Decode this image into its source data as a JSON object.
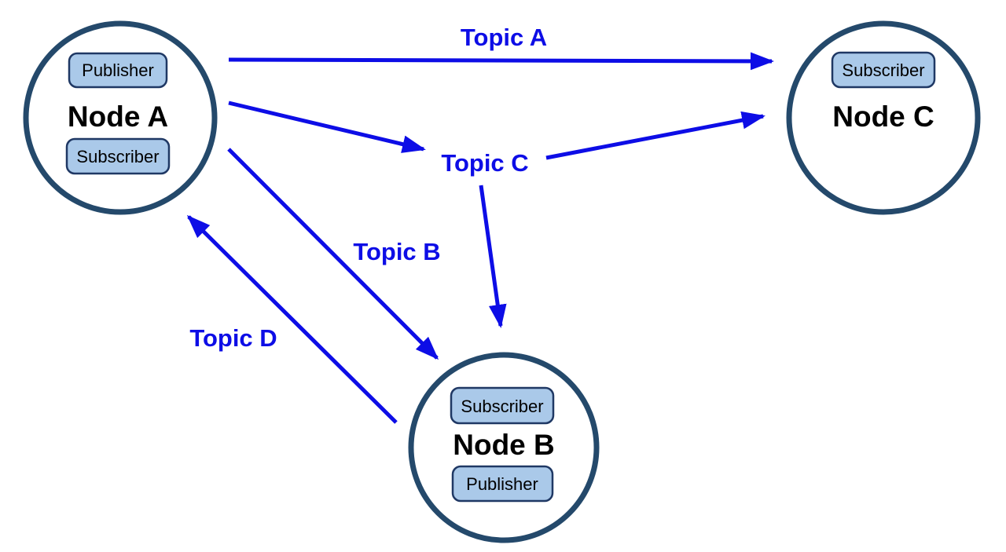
{
  "diagram": {
    "type": "pubsub-topic-graph",
    "colors": {
      "background": "#ffffff",
      "arrow": "#0d0de6",
      "topic_label_text": "#0d0de6",
      "node_circle_stroke": "#24496b",
      "node_label_text": "#000000",
      "badge_fill": "#aac9e9",
      "badge_stroke": "#1f3864",
      "badge_text": "#000000"
    },
    "nodes": [
      {
        "id": "node-a",
        "label": "Node A",
        "badges": [
          "Publisher",
          "Subscriber"
        ]
      },
      {
        "id": "node-b",
        "label": "Node B",
        "badges": [
          "Subscriber",
          "Publisher"
        ]
      },
      {
        "id": "node-c",
        "label": "Node C",
        "badges": [
          "Subscriber"
        ]
      }
    ],
    "topics": [
      {
        "id": "topic-a",
        "label": "Topic A",
        "publisher": "Node A",
        "subscribers": [
          "Node C"
        ]
      },
      {
        "id": "topic-b",
        "label": "Topic B",
        "publisher": "Node A",
        "subscribers": [
          "Node B"
        ]
      },
      {
        "id": "topic-c",
        "label": "Topic C",
        "publisher": "Node A",
        "subscribers": [
          "Node C",
          "Node B"
        ]
      },
      {
        "id": "topic-d",
        "label": "Topic D",
        "publisher": "Node B",
        "subscribers": [
          "Node A"
        ]
      }
    ]
  }
}
